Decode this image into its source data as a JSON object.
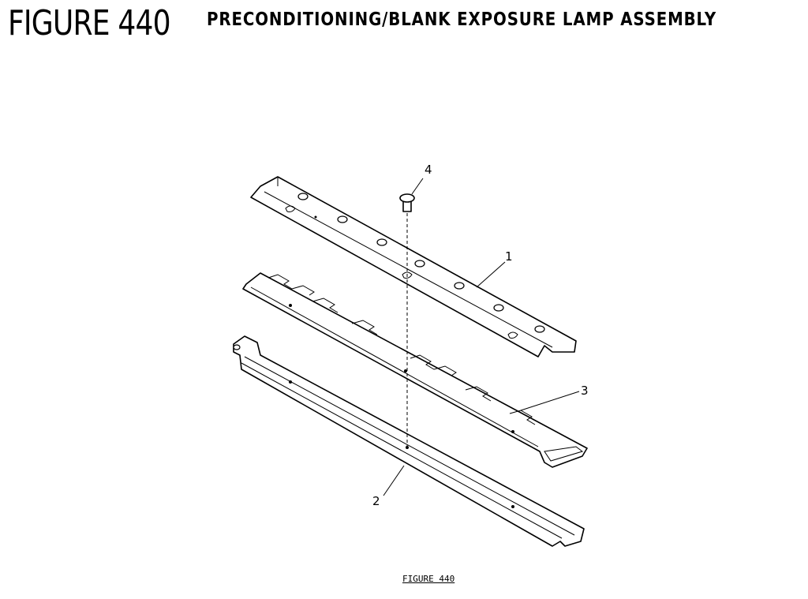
{
  "header": {
    "figure_number": "FIGURE 440",
    "title": "PRECONDITIONING/BLANK EXPOSURE LAMP ASSEMBLY"
  },
  "caption": "FIGURE 440",
  "callouts": [
    {
      "id": "1",
      "label": "1",
      "part": "lamp-cover-plate"
    },
    {
      "id": "2",
      "label": "2",
      "part": "mounting-channel"
    },
    {
      "id": "3",
      "label": "3",
      "part": "lamp-circuit-board"
    },
    {
      "id": "4",
      "label": "4",
      "part": "screw"
    }
  ]
}
